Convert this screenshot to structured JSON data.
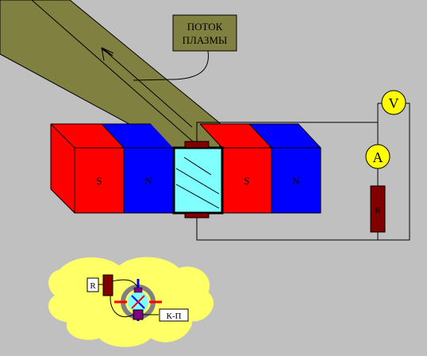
{
  "diagram": {
    "plasma_label": "ПОТОК ПЛАЗМЫ",
    "magnets": [
      "S",
      "N",
      "S",
      "N"
    ],
    "voltmeter": "V",
    "ammeter": "A",
    "resistor": "R",
    "inset": {
      "resistor": "R",
      "channel": "К-П"
    },
    "colors": {
      "background": "#c0c0c0",
      "plasma": "#808040",
      "magnet_red": "#ff0000",
      "magnet_blue": "#0000ff",
      "channel": "#80ffff",
      "electrode": "#800000",
      "meter": "#ffff00",
      "cloud": "#ffff66"
    }
  }
}
